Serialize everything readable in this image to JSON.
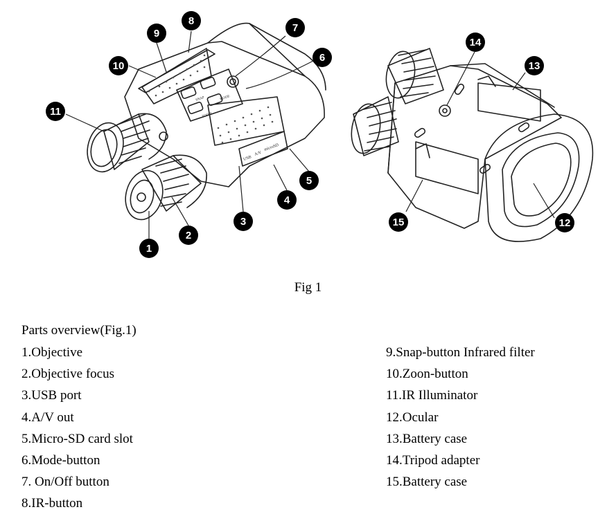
{
  "figure": {
    "caption": "Fig 1",
    "callouts": [
      "1",
      "2",
      "3",
      "4",
      "5",
      "6",
      "7",
      "8",
      "9",
      "10",
      "11",
      "12",
      "13",
      "14",
      "15"
    ],
    "device_labels": {
      "snap": "SNAP",
      "zoom": "ZOOM",
      "mode": "MODE",
      "usb": "USB",
      "av": "A/V",
      "sd": "microSD"
    }
  },
  "parts": {
    "title": "Parts overview(Fig.1)",
    "left": [
      "1.Objective",
      "2.Objective focus",
      "3.USB port",
      "4.A/V out",
      "5.Micro-SD card slot",
      "6.Mode-button",
      "7. On/Off button",
      "8.IR-button"
    ],
    "right": [
      "9.Snap-button Infrared filter",
      "10.Zoon-button",
      "11.IR Illuminator",
      "12.Ocular",
      "13.Battery case",
      "14.Tripod adapter",
      "15.Battery case"
    ]
  }
}
